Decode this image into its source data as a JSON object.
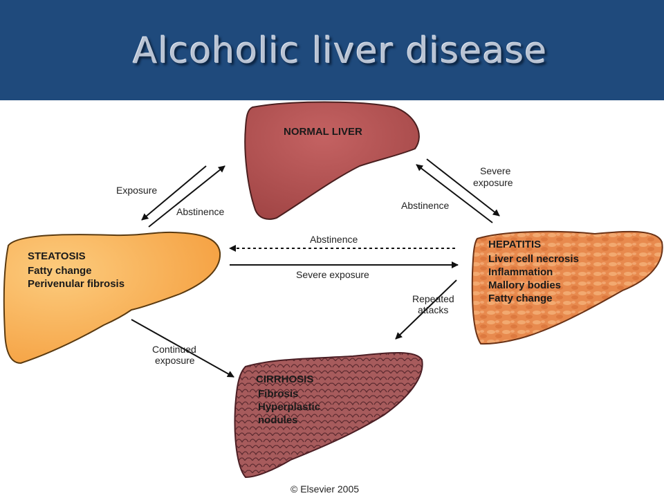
{
  "title": "Alcoholic liver disease",
  "stages": {
    "normal": {
      "name": "NORMAL LIVER",
      "details": []
    },
    "steatosis": {
      "name": "STEATOSIS",
      "details": [
        "Fatty change",
        "Perivenular fibrosis"
      ]
    },
    "hepatitis": {
      "name": "HEPATITIS",
      "details": [
        "Liver cell necrosis",
        "Inflammation",
        "Mallory bodies",
        "Fatty change"
      ]
    },
    "cirrhosis": {
      "name": "CIRRHOSIS",
      "details": [
        "Fibrosis",
        "Hyperplastic",
        "nodules"
      ]
    }
  },
  "transitions": {
    "exposure": "Exposure",
    "abstinence_left": "Abstinence",
    "severe_exposure_top": [
      "Severe",
      "exposure"
    ],
    "abstinence_right": "Abstinence",
    "abstinence_middle": "Abstinence",
    "severe_exposure_middle": "Severe exposure",
    "repeated_attacks": [
      "Repeated",
      "attacks"
    ],
    "continued_exposure": [
      "Continued",
      "exposure"
    ]
  },
  "copyright": "© Elsevier 2005",
  "colors": {
    "header": "#1f4a7c",
    "normal_liver": "#b0504f",
    "steatosis": "#f7a94c",
    "hepatitis": "#e58a4f",
    "cirrhosis": "#a65a5c"
  }
}
